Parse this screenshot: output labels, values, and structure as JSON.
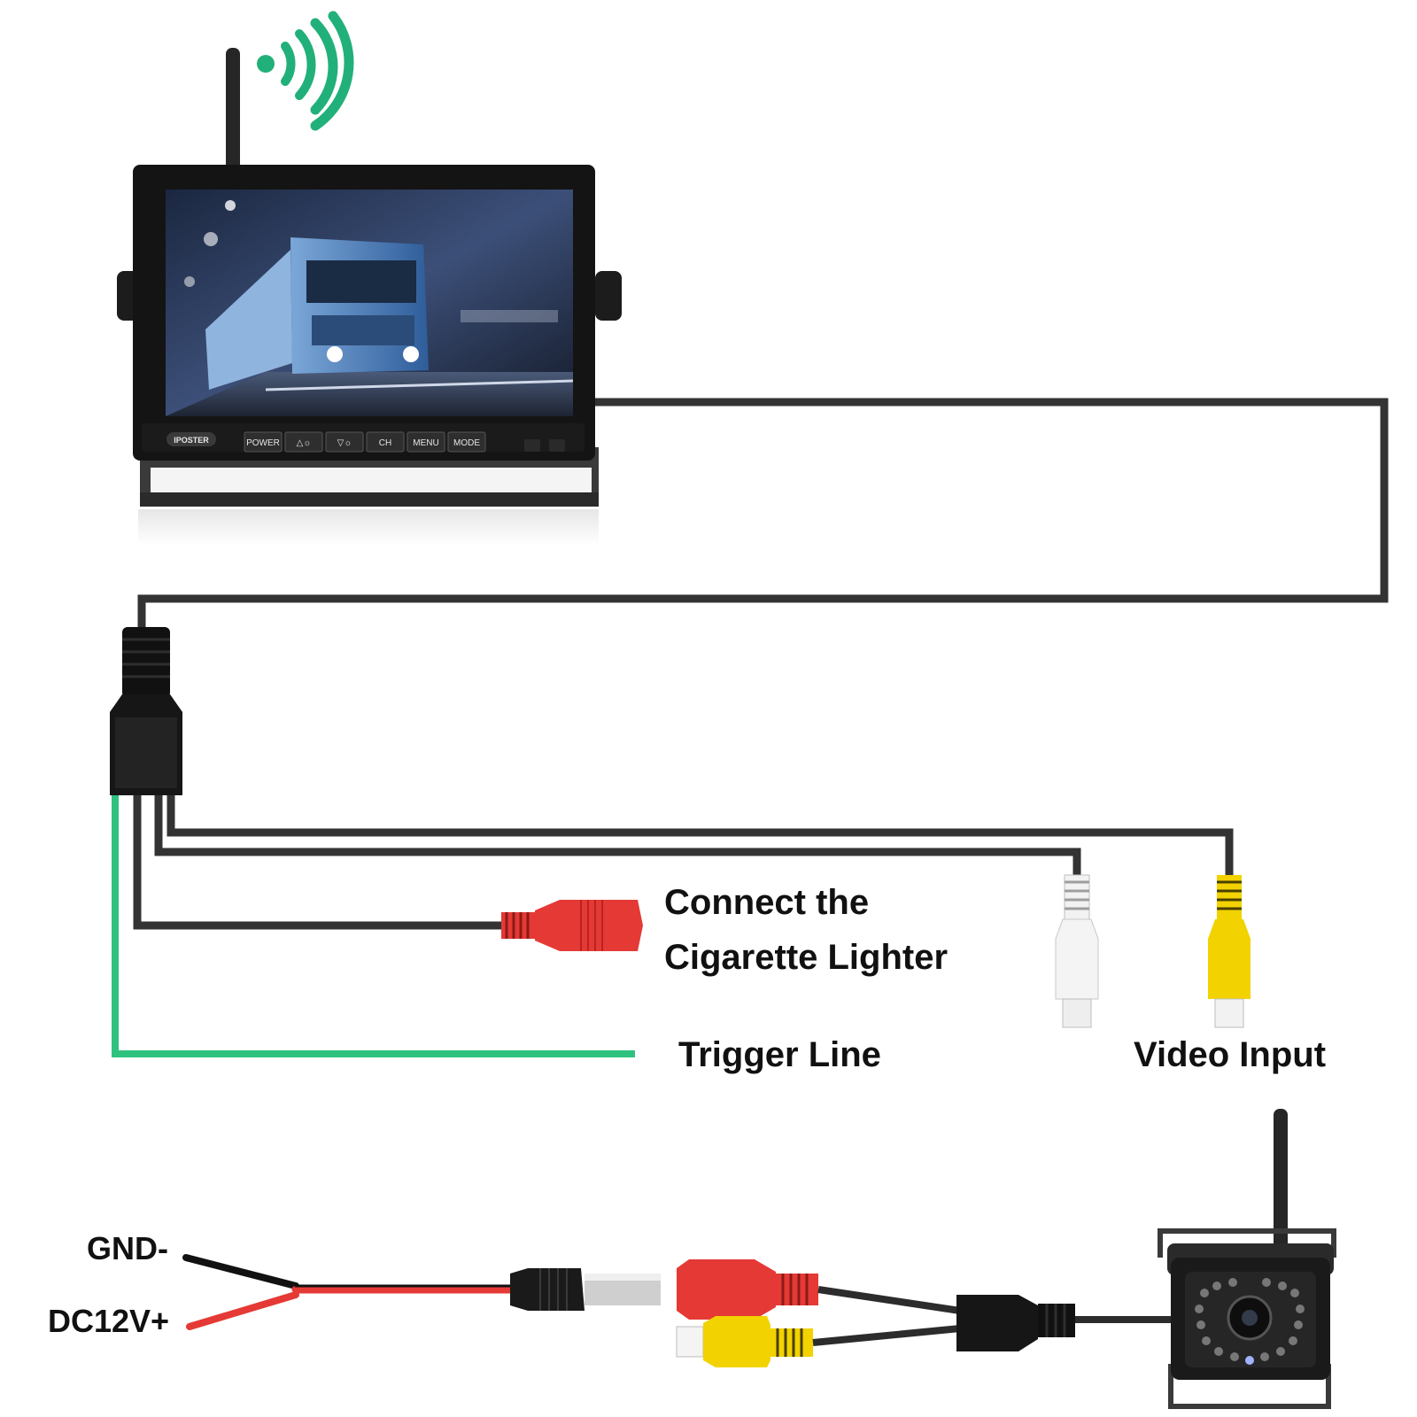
{
  "monitor": {
    "brand": "IPOSTER",
    "buttons": [
      "POWER",
      "△☼",
      "▽☼",
      "CH",
      "MENU",
      "MODE"
    ]
  },
  "labels": {
    "connect_line1": "Connect the",
    "connect_line2": "Cigarette Lighter",
    "trigger": "Trigger Line",
    "video": "Video Input",
    "gnd": "GND-",
    "dc": "DC12V+"
  },
  "colors": {
    "cable": "#333333",
    "trigger": "#2ec27e",
    "wifi": "#22b07a",
    "red": "#e53935",
    "yellow": "#f2d200",
    "white": "#f2f2f2"
  },
  "icons": [
    "wifi-signal-icon",
    "antenna-icon",
    "truck-image",
    "camera-led-icon"
  ]
}
